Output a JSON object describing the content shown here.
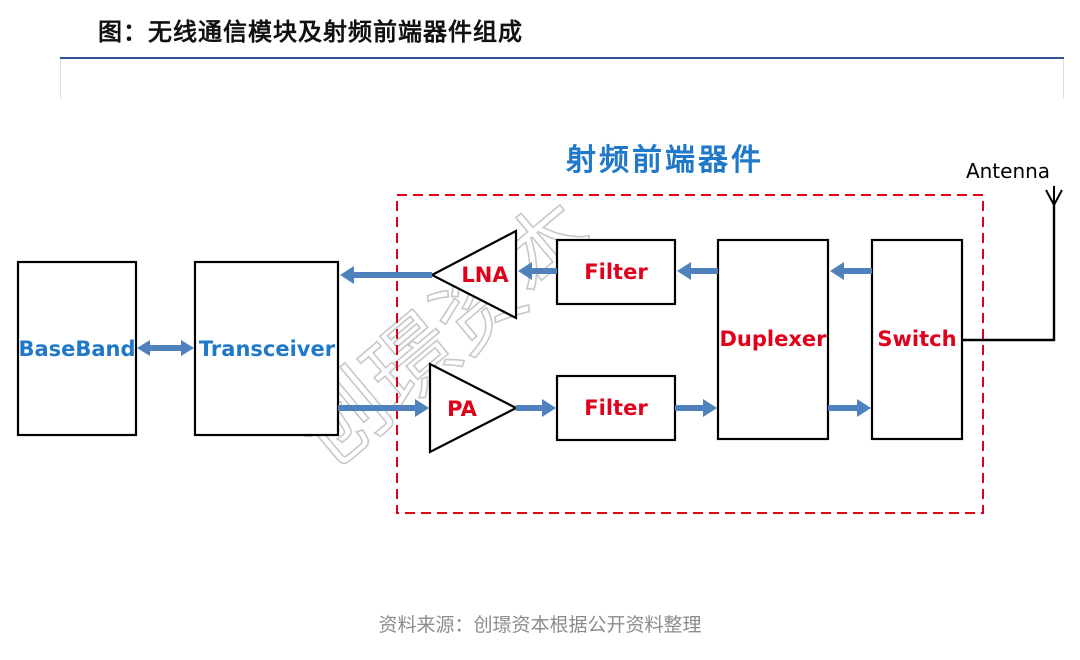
{
  "header": {
    "title": "图：无线通信模块及射频前端器件组成"
  },
  "diagram": {
    "rf_frontend_label": "射频前端器件",
    "antenna_label": "Antenna",
    "blocks": {
      "baseband": "BaseBand",
      "transceiver": "Transceiver",
      "lna": "LNA",
      "pa": "PA",
      "filter_rx": "Filter",
      "filter_tx": "Filter",
      "duplexer": "Duplexer",
      "switch": "Switch"
    },
    "watermark": "创璟资本",
    "colors": {
      "block_text_blue": "#1f78c8",
      "block_text_red": "#e0001a",
      "arrow": "#4f81bd",
      "rf_region_border": "#e0001a",
      "header_rule": "#2f5597"
    }
  },
  "footer": {
    "source": "资料来源：创璟资本根据公开资料整理"
  }
}
